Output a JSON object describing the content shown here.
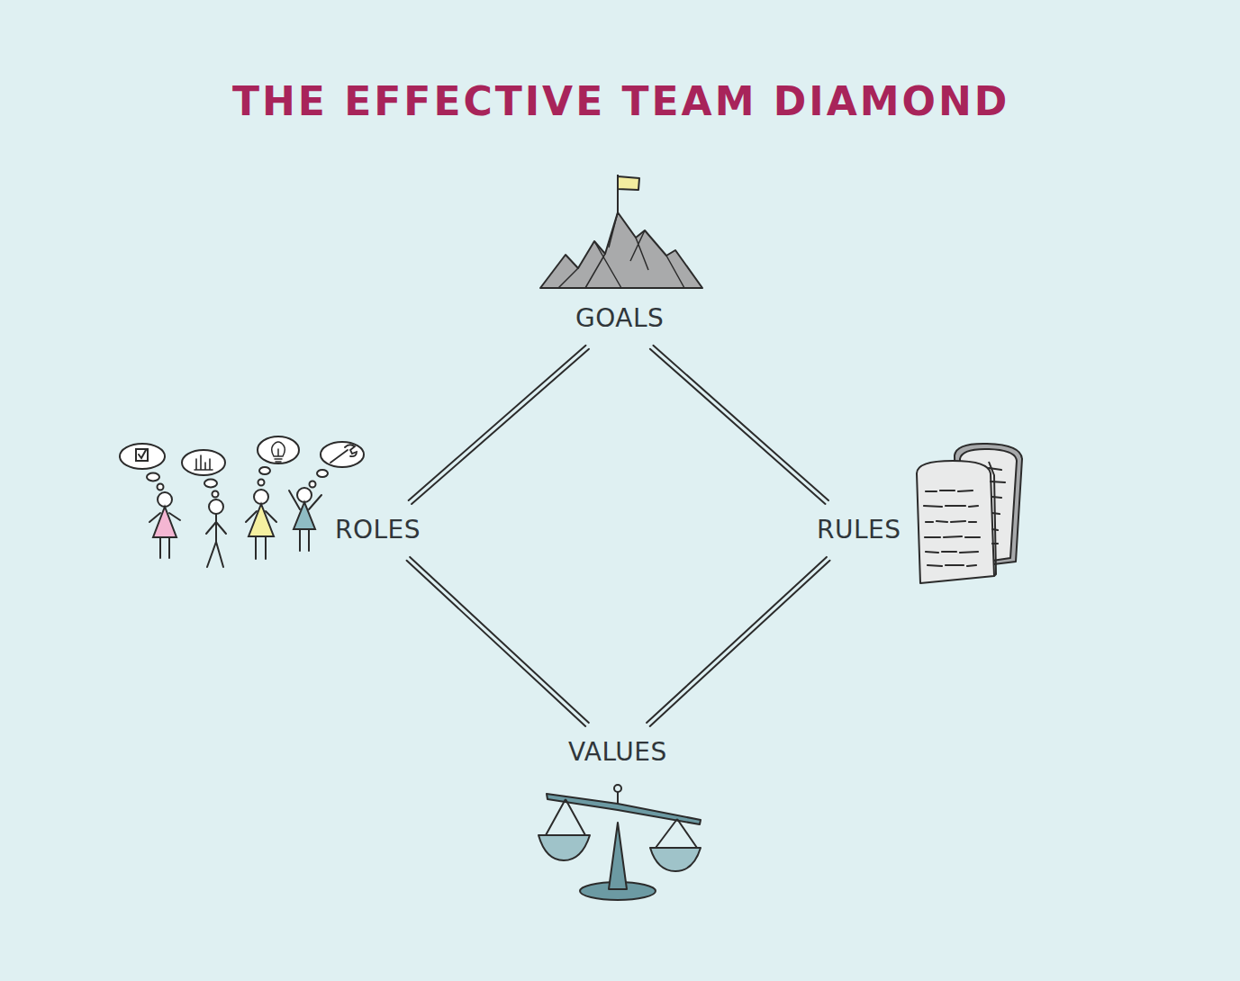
{
  "diagram": {
    "title": "THE EFFECTIVE TEAM DIAMOND",
    "nodes": [
      {
        "text": [
          "GOALS"
        ]
      },
      {
        "text": [
          "ROLES"
        ]
      },
      {
        "text": [
          "RULES"
        ]
      },
      {
        "text": [
          "VALUES"
        ]
      }
    ],
    "edges": [
      {
        "from": 0,
        "to": 1,
        "arrow": "none"
      },
      {
        "from": 0,
        "to": 2,
        "arrow": "none"
      },
      {
        "from": 1,
        "to": 3,
        "arrow": "none"
      },
      {
        "from": 2,
        "to": 3,
        "arrow": "none"
      }
    ]
  }
}
